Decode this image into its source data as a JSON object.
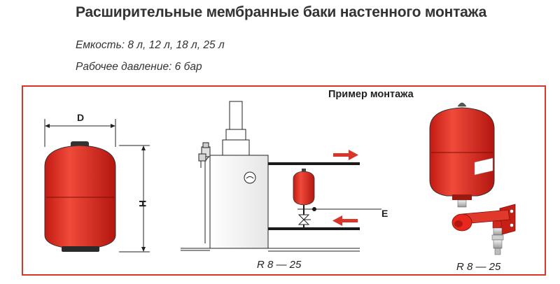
{
  "header": {
    "title": "Расширительные мембранные баки настенного монтажа",
    "capacity": "Емкость: 8 л, 12 л, 18 л, 25 л",
    "pressure": "Рабочее давление: 6 бар"
  },
  "diagram": {
    "example_title": "Пример монтажа",
    "dim_d": "D",
    "dim_h": "H",
    "label_e": "E",
    "caption_left": "R 8 — 25",
    "caption_right": "R 8 — 25"
  },
  "colors": {
    "tank_red": "#e8281e",
    "frame_red": "#d8362b",
    "line": "#1a1a1a"
  }
}
